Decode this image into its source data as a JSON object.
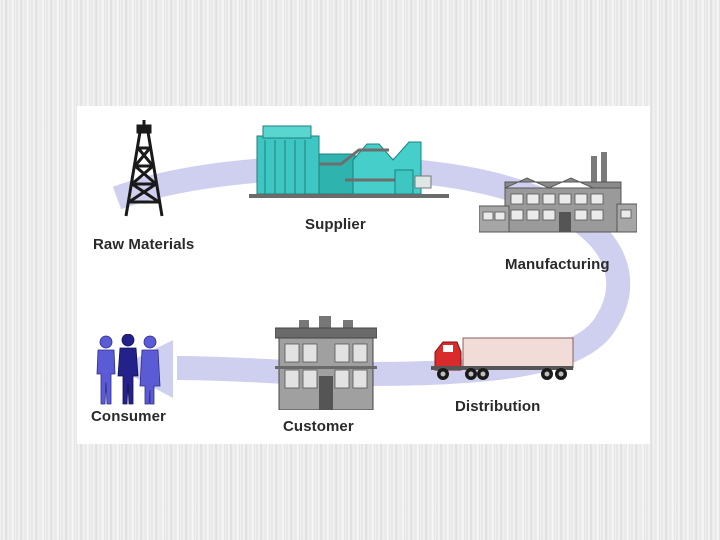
{
  "diagram": {
    "nodes": [
      {
        "id": "raw",
        "label": "Raw Materials",
        "icon": "oil-derrick-icon"
      },
      {
        "id": "supplier",
        "label": "Supplier",
        "icon": "supplier-plant-icon"
      },
      {
        "id": "manufacturing",
        "label": "Manufacturing",
        "icon": "factory-icon"
      },
      {
        "id": "distribution",
        "label": "Distribution",
        "icon": "truck-icon"
      },
      {
        "id": "customer",
        "label": "Customer",
        "icon": "store-building-icon"
      },
      {
        "id": "consumer",
        "label": "Consumer",
        "icon": "people-icon"
      }
    ],
    "flow": [
      "raw",
      "supplier",
      "manufacturing",
      "distribution",
      "customer",
      "consumer"
    ],
    "colors": {
      "arrow": "#cfd0ef",
      "plant": "#3ec7c2",
      "consumer_figures": "#5b5bd6",
      "truck_cab": "#d92b2b",
      "trailer": "#f2dcd8",
      "building": "#8c8c8c"
    }
  }
}
